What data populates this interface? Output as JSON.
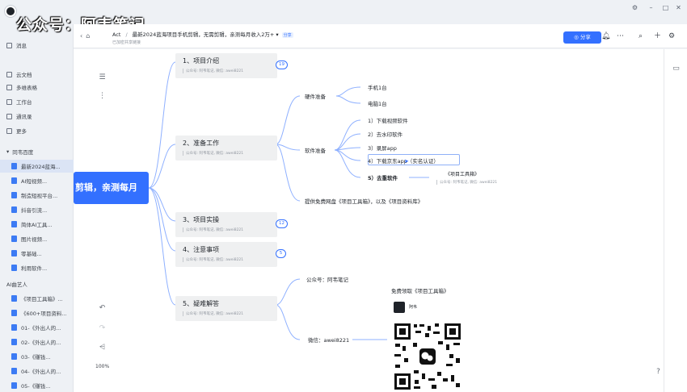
{
  "watermark": "公众号：阿韦笔记",
  "sidebar": {
    "nav": [
      {
        "label": "消息",
        "icon": "message-icon"
      },
      {
        "label": "云文档",
        "icon": "doc-icon"
      },
      {
        "label": "多维表格",
        "icon": "table-icon"
      },
      {
        "label": "工作台",
        "icon": "workplace-icon"
      },
      {
        "label": "通讯录",
        "icon": "contacts-icon"
      },
      {
        "label": "更多",
        "icon": "more-icon"
      }
    ],
    "section_label": "同韦百度",
    "docs": [
      "最新2024蓝海...",
      "AI短视频...",
      "制造短视平台...",
      "抖音引流...",
      "简体AI工具...",
      "图片视频...",
      "零基础...",
      "利用软件..."
    ],
    "section2_label": "AI曲艺人",
    "docs2": [
      "《项目工具箱》...",
      "《600+项目资料...",
      "01-《外出人的...",
      "02-《外出人的...",
      "03-《赚钱...",
      "04-《外出人的...",
      "05-《赚钱..."
    ]
  },
  "docbar": {
    "breadcrumb_root": "Act",
    "title": "最新2024蓝海项目手机剪辑，无需剪辑，亲测每月收入2万+",
    "badge": "分享",
    "subtitle": "已加密共享链接",
    "share_label": "分享"
  },
  "mindmap": {
    "central": "剪辑，亲测每月",
    "topics": [
      {
        "title": "1、项目介绍",
        "note": "公众号: 阿韦笔记, 微信: awei8221",
        "count": "19"
      },
      {
        "title": "2、准备工作",
        "note": "公众号: 阿韦笔记, 微信: awei8221"
      },
      {
        "title": "3、项目实操",
        "note": "公众号: 阿韦笔记, 微信: awei8221",
        "count": "12"
      },
      {
        "title": "4、注意事项",
        "note": "公众号: 阿韦笔记, 微信: awei8221",
        "count": "5"
      },
      {
        "title": "5、疑难解答",
        "note": "公众号: 阿韦笔记, 微信: awei8221"
      }
    ],
    "prep": {
      "hardware": "硬件准备",
      "hardware_items": [
        "手机1台",
        "电脑1台"
      ],
      "software": "软件准备",
      "software_items": [
        "1）下载视频软件",
        "2）去水印软件",
        "3）录屏app",
        "4）下载京东app（实名认证）"
      ],
      "tools_item": "5）去重软件",
      "tools_note_title": "《项目工具箱》",
      "tools_note": "公众号: 阿韦笔记, 微信: awei8221",
      "free_tip": "提供免费网盘《项目工具箱》，以及《项目资料库》"
    },
    "faq": {
      "gzh": "公众号：阿韦笔记",
      "free_title": "免费领取《项目工具箱》",
      "avatar_name": "阿韦",
      "wechat": "微信：awei8221"
    }
  },
  "zoom": "100%"
}
